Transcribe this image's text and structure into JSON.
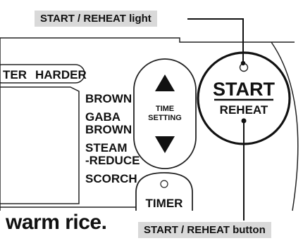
{
  "callouts": {
    "light_label": "START / REHEAT light",
    "button_label": "START / REHEAT button"
  },
  "panel": {
    "texture_top": "TER",
    "texture_right": "HARDER",
    "menu": [
      "BROWN",
      "GABA",
      "BROWN",
      "STEAM",
      "-REDUCE",
      "SCORCH"
    ],
    "time_setting_line1": "TIME",
    "time_setting_line2": "SETTING",
    "timer_label": "TIMER",
    "start_label": "START",
    "reheat_label": "REHEAT"
  },
  "caption": "warm rice.",
  "icons": [
    "up-arrow-icon",
    "down-arrow-icon",
    "indicator-light-icon"
  ],
  "colors": {
    "callout_bg": "#d9d9d9",
    "ink": "#111111",
    "panel_line": "#222222"
  }
}
